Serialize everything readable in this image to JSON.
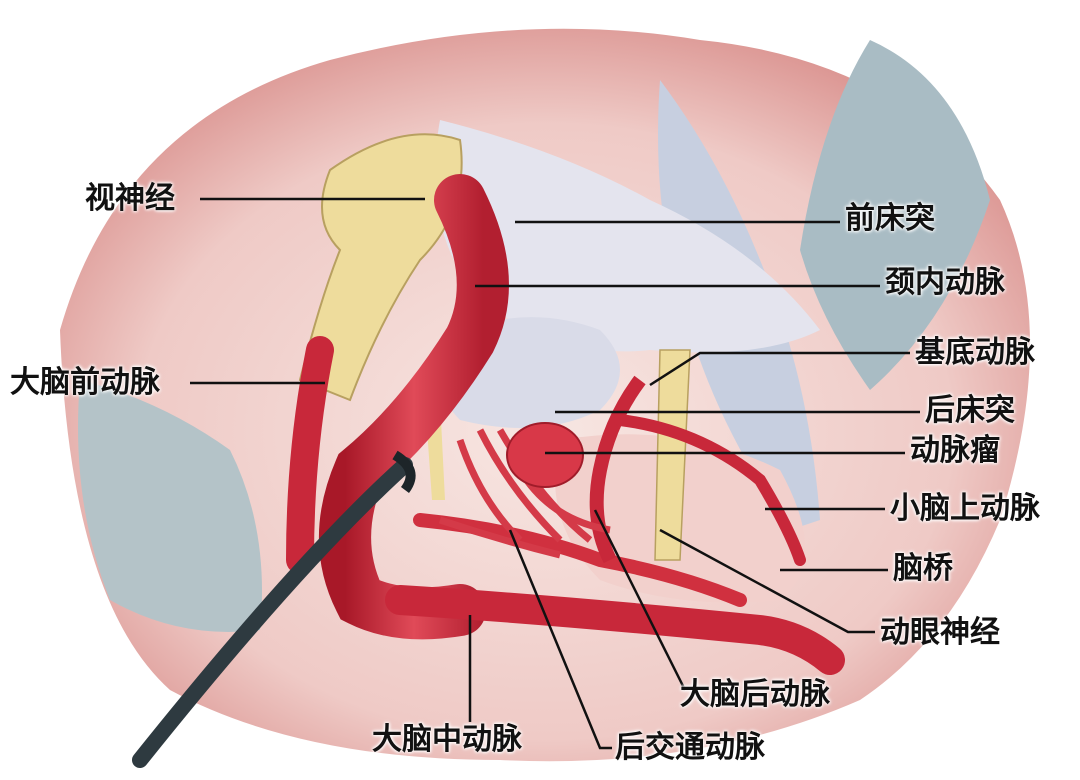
{
  "labels": {
    "optic_nerve": "视神经",
    "anterior_clinoid": "前床突",
    "internal_carotid": "颈内动脉",
    "basilar_artery": "基底动脉",
    "posterior_clinoid": "后床突",
    "anterior_cerebral": "大脑前动脉",
    "aneurysm": "动脉瘤",
    "superior_cerebellar": "小脑上动脉",
    "pons": "脑桥",
    "oculomotor_nerve": "动眼神经",
    "posterior_cerebral": "大脑后动脉",
    "middle_cerebral": "大脑中动脉",
    "posterior_communicating": "后交通动脉"
  },
  "colors": {
    "tissue": "#f2d6d2",
    "tissue_dark": "#d98f8c",
    "artery": "#c8283a",
    "artery_light": "#e8606a",
    "nerve": "#eedc9c",
    "bone": "#d9dbe8",
    "dura": "#a9b8c0",
    "instrument": "#2e3a40"
  }
}
